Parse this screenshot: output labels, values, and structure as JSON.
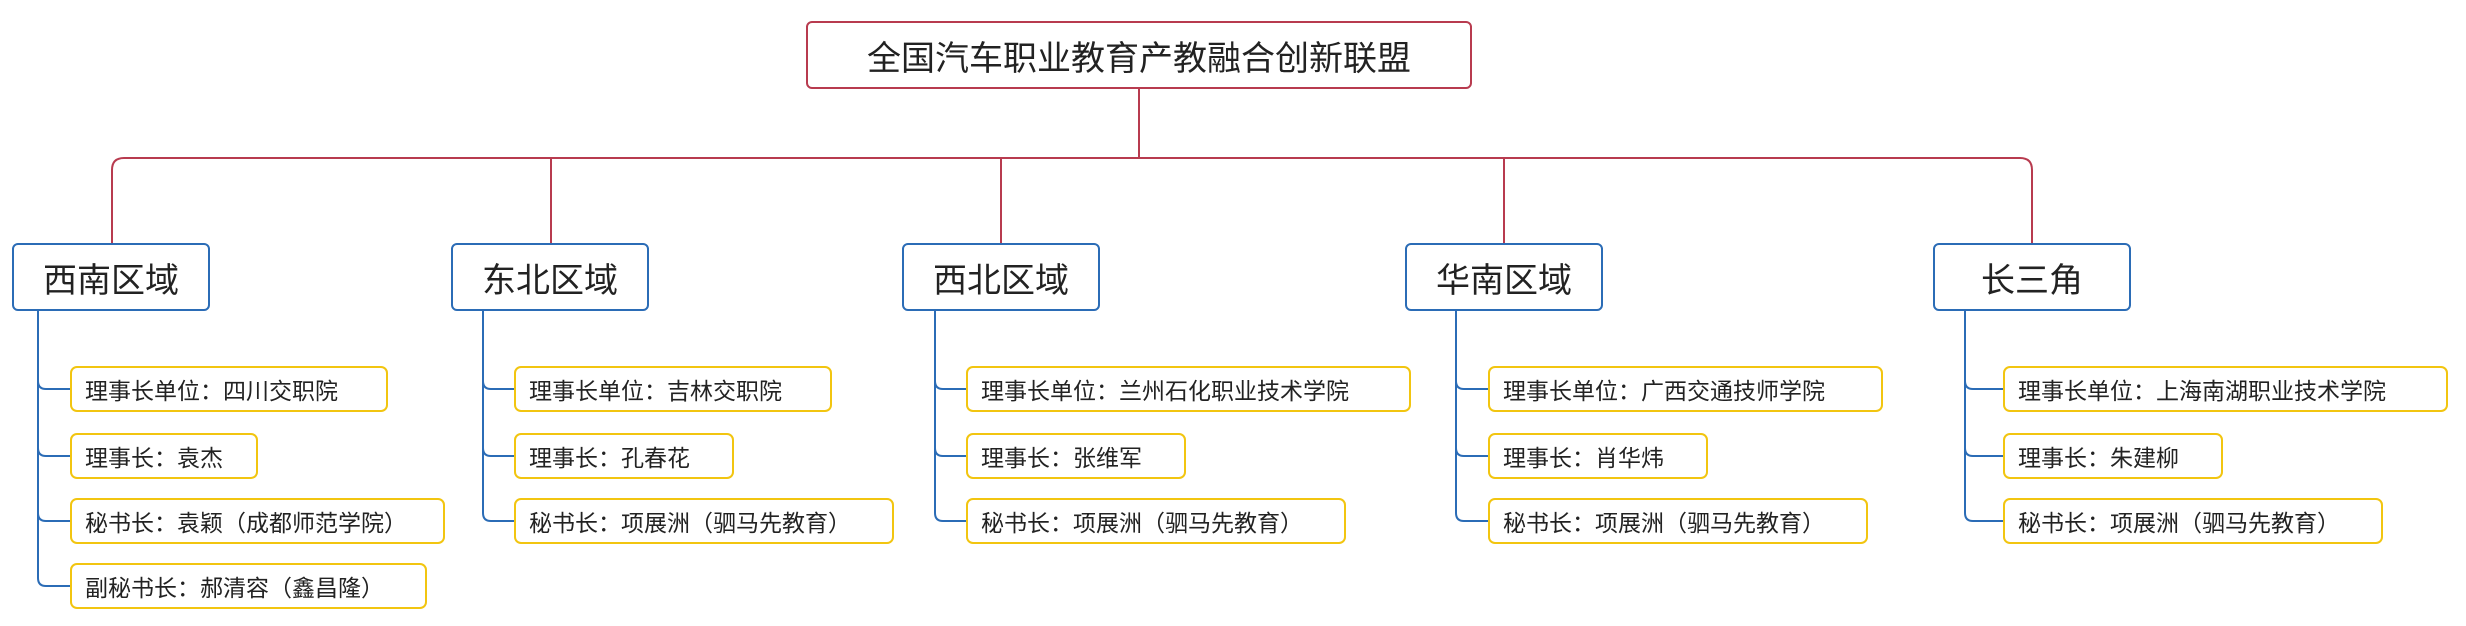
{
  "root": {
    "title": "全国汽车职业教育产教融合创新联盟"
  },
  "regions": [
    {
      "name": "西南区域",
      "items": [
        "理事长单位：四川交职院",
        "理事长：袁杰",
        "秘书长：袁颖（成都师范学院）",
        "副秘书长：郝清容（鑫昌隆）"
      ]
    },
    {
      "name": "东北区域",
      "items": [
        "理事长单位：吉林交职院",
        "理事长：孔春花",
        "秘书长：项展洲（驷马先教育）"
      ]
    },
    {
      "name": "西北区域",
      "items": [
        "理事长单位：兰州石化职业技术学院",
        "理事长：张维军",
        "秘书长：项展洲（驷马先教育）"
      ]
    },
    {
      "name": "华南区域",
      "items": [
        "理事长单位：广西交通技师学院",
        "理事长：肖华炜",
        "秘书长：项展洲（驷马先教育）"
      ]
    },
    {
      "name": "长三角",
      "items": [
        "理事长单位：上海南湖职业技术学院",
        "理事长：朱建柳",
        "秘书长：项展洲（驷马先教育）"
      ]
    }
  ],
  "colors": {
    "root_border": "#b83b4f",
    "trunk_line": "#b83b4f",
    "region_border": "#2b6cb6",
    "branch_line": "#2b6cb6",
    "leaf_border": "#f2c510",
    "text": "#222222"
  }
}
